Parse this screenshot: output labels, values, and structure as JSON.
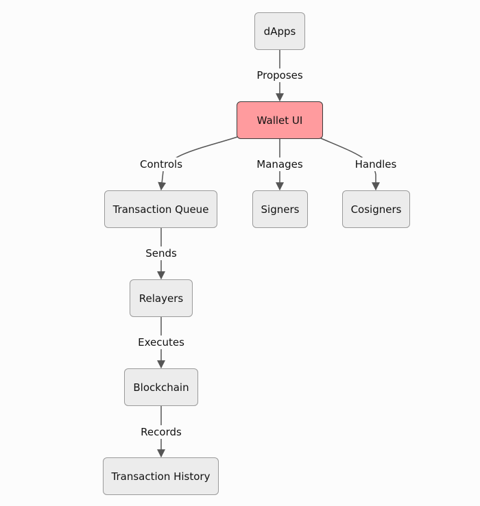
{
  "nodes": {
    "dapps": "dApps",
    "wallet_ui": "Wallet UI",
    "transaction_queue": "Transaction Queue",
    "signers": "Signers",
    "cosigners": "Cosigners",
    "relayers": "Relayers",
    "blockchain": "Blockchain",
    "transaction_history": "Transaction History"
  },
  "edges": {
    "proposes": "Proposes",
    "controls": "Controls",
    "manages": "Manages",
    "handles": "Handles",
    "sends": "Sends",
    "executes": "Executes",
    "records": "Records"
  },
  "colors": {
    "highlight_fill": "#ff9b9e",
    "node_fill": "#ececec",
    "edge": "#555555"
  }
}
